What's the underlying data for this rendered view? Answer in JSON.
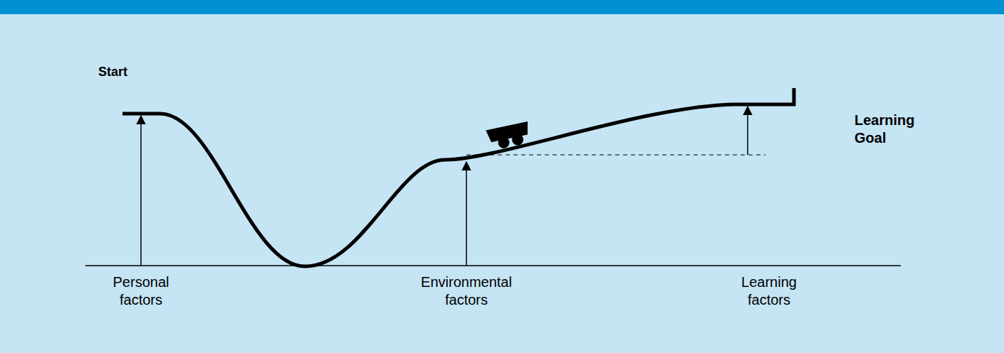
{
  "diagram": {
    "labels": [
      "Start",
      "Learning Goal",
      "Personal factors",
      "Environmental factors",
      "Learning factors"
    ]
  }
}
